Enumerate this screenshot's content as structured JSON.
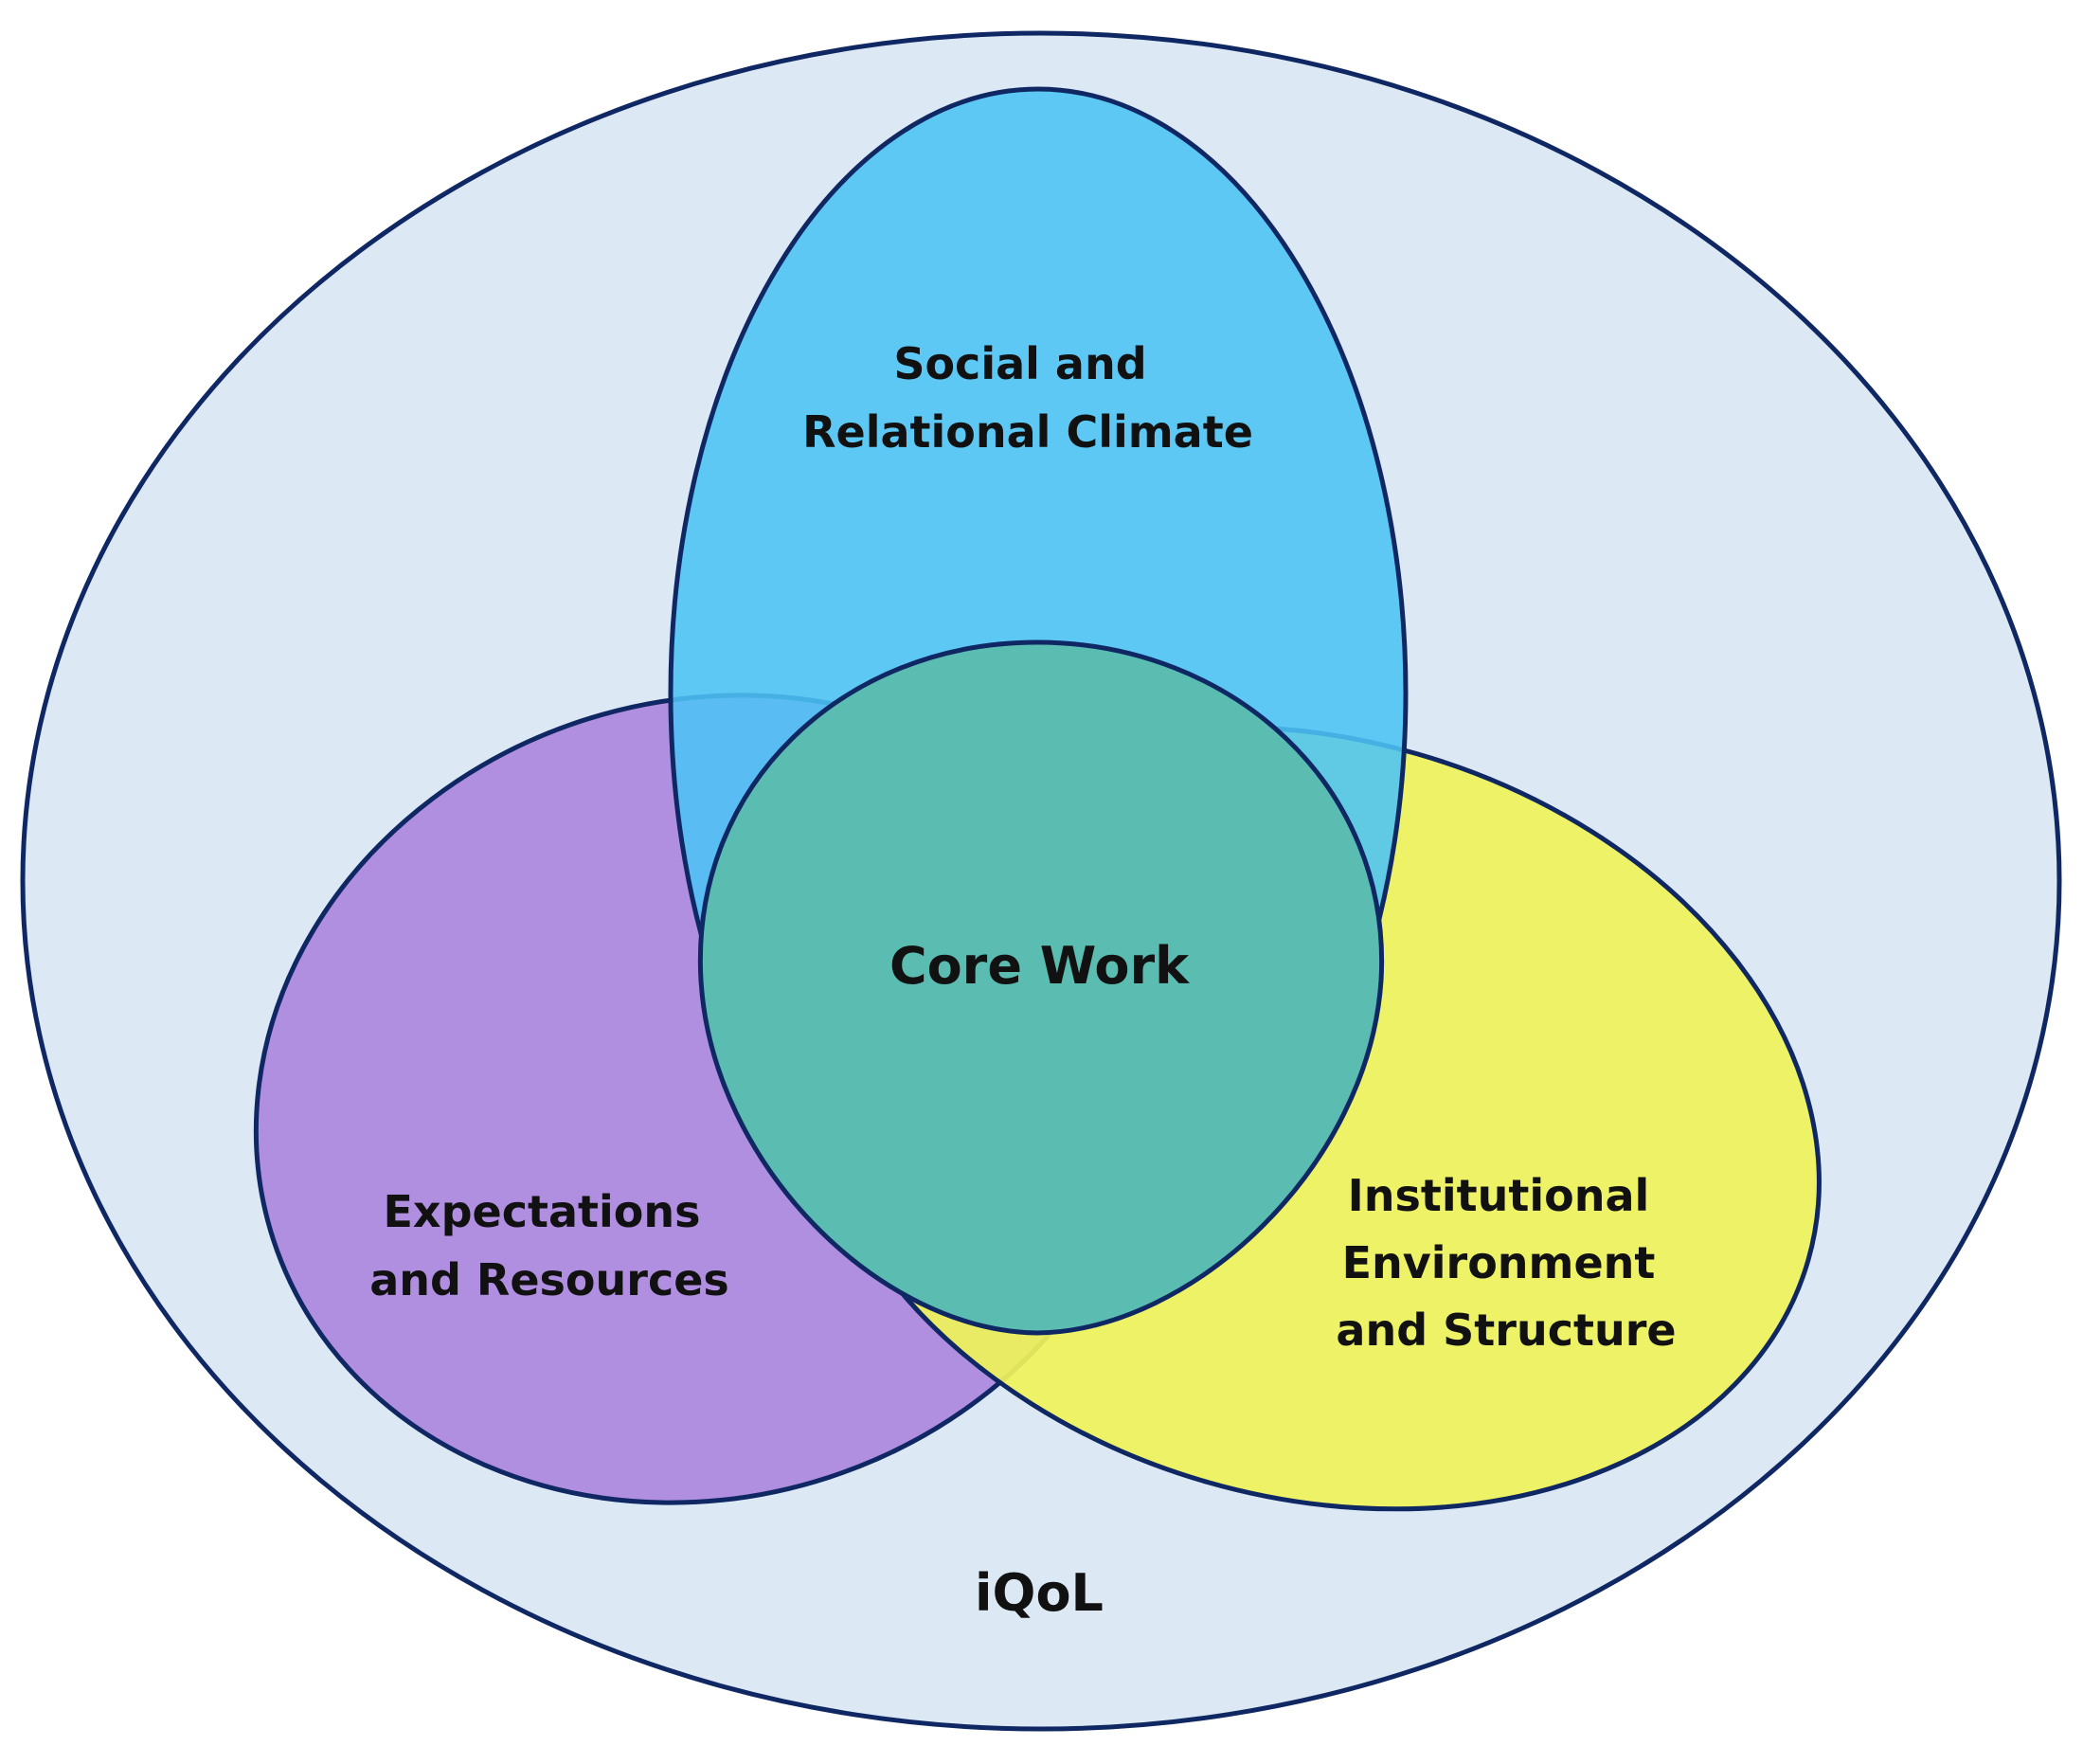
{
  "colors": {
    "outline": "#0f2863",
    "outer_fill": "#dde8f5",
    "social_fill": "#4cc3f5",
    "expectations_fill": "#b08ee0",
    "institutional_fill": "#eef25a",
    "core_fill": "#5bbcb2"
  },
  "diagram": {
    "outer": {
      "label": "iQoL"
    },
    "social": {
      "line1": "Social  and",
      "line2": "Relational  Climate"
    },
    "expectations": {
      "line1": "Expectations",
      "line2": "and  Resources"
    },
    "institutional": {
      "line1": "Institutional",
      "line2": "Environment",
      "line3": "and  Structure"
    },
    "core": {
      "label": "Core Work"
    }
  }
}
